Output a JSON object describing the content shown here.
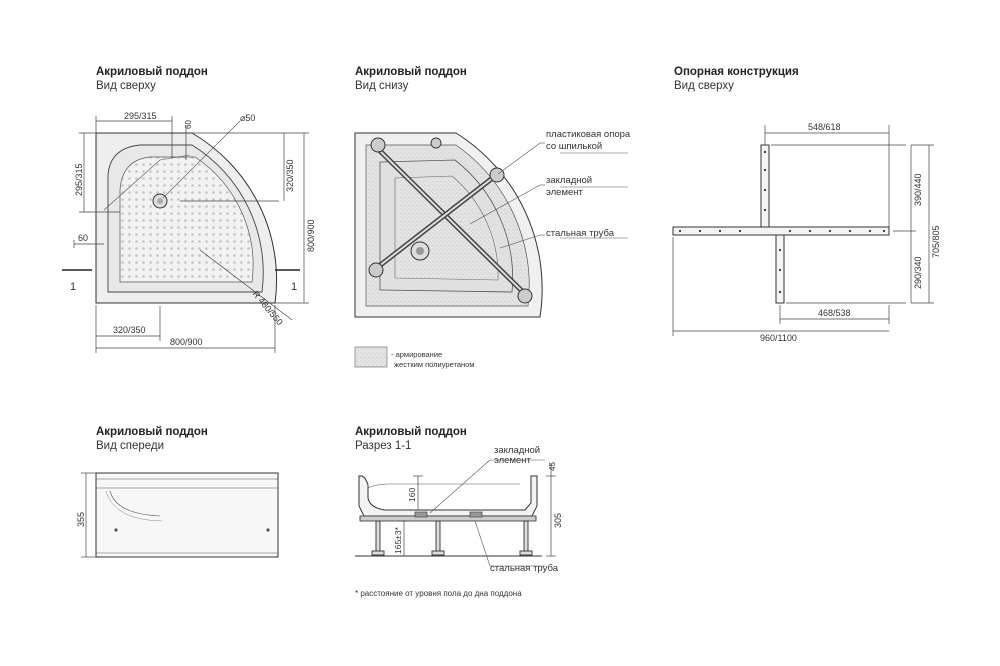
{
  "views": {
    "top": {
      "title": "Акриловый поддон",
      "subtitle": "Вид сверху",
      "dims": {
        "w_top": "295/315",
        "h_left": "295/315",
        "d60_top": "60",
        "drain": "⌀50",
        "h_right": "320/350",
        "h_total": "800/900",
        "d60_left": "60",
        "section_l": "1",
        "section_r": "1",
        "w_bottom": "320/350",
        "w_total": "800/900",
        "radius": "R 480/550"
      }
    },
    "bottom": {
      "title": "Акриловый поддон",
      "subtitle": "Вид снизу",
      "labels": {
        "support": "пластиковая опора",
        "support2": "со шпилькой",
        "embed": "закладной",
        "embed2": "элемент",
        "pipe": "стальная труба"
      },
      "legend": {
        "line1": "- армирование",
        "line2": "жестким полиуретаном"
      }
    },
    "frame": {
      "title": "Опорная конструкция",
      "subtitle": "Вид сверху",
      "dims": {
        "w_top": "548/618",
        "h_top": "390/440",
        "h_total": "705/805",
        "h_bottom": "290/340",
        "w_bottom": "468/538",
        "w_total": "960/1100"
      }
    },
    "front": {
      "title": "Акриловый поддон",
      "subtitle": "Вид спереди",
      "dims": {
        "height": "355"
      }
    },
    "section": {
      "title": "Акриловый поддон",
      "subtitle": "Разрез 1-1",
      "labels": {
        "embed": "закладной",
        "embed2": "элемент",
        "pipe": "стальная труба"
      },
      "dims": {
        "d45": "45",
        "d160": "160",
        "d305": "305",
        "legs": "165±3*"
      }
    }
  },
  "footnote": "* расстояние от уровня пола до дна поддона"
}
